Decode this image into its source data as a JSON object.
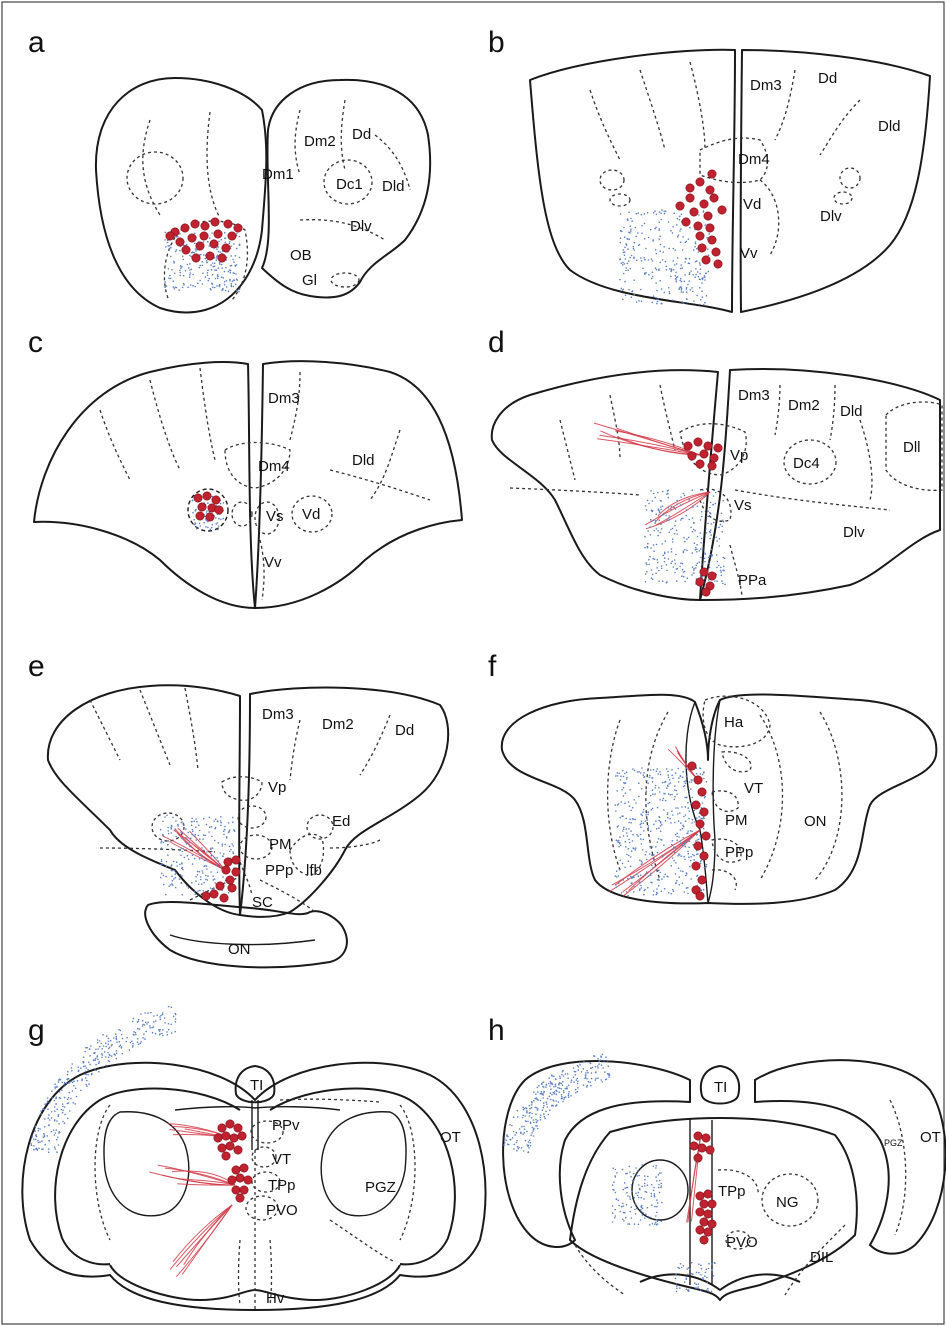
{
  "colors": {
    "cell_body": "#c0232f",
    "fiber": "#d33a48",
    "terminal_dots": "#5b7fc4",
    "outline": "#1a1a1a"
  },
  "panels": [
    {
      "label": "a",
      "regions": [
        "Dm1",
        "Dm2",
        "Dd",
        "Dc1",
        "Dld",
        "Dlv",
        "OB",
        "Gl"
      ]
    },
    {
      "label": "b",
      "regions": [
        "Dm3",
        "Dd",
        "Dld",
        "Dm4",
        "Vd",
        "Dlv",
        "Vv"
      ]
    },
    {
      "label": "c",
      "regions": [
        "Dm3",
        "Dld",
        "Dm4",
        "Vs",
        "Vd",
        "Vv"
      ]
    },
    {
      "label": "d",
      "regions": [
        "Dm3",
        "Dm2",
        "Dld",
        "Dll",
        "Vp",
        "Dc4",
        "Vs",
        "Dlv",
        "PPa"
      ]
    },
    {
      "label": "e",
      "regions": [
        "Dm3",
        "Dm2",
        "Dd",
        "Vp",
        "Ed",
        "PM",
        "PPp",
        "lfb",
        "SC",
        "ON"
      ]
    },
    {
      "label": "f",
      "regions": [
        "Ha",
        "VT",
        "PM",
        "ON",
        "PPp"
      ]
    },
    {
      "label": "g",
      "regions": [
        "TI",
        "PPv",
        "OT",
        "VT",
        "TPp",
        "PGZ",
        "PVO",
        "Hv"
      ]
    },
    {
      "label": "h",
      "regions": [
        "TI",
        "OT",
        "PGZ",
        "TPp",
        "NG",
        "PVO",
        "DIL"
      ]
    }
  ]
}
